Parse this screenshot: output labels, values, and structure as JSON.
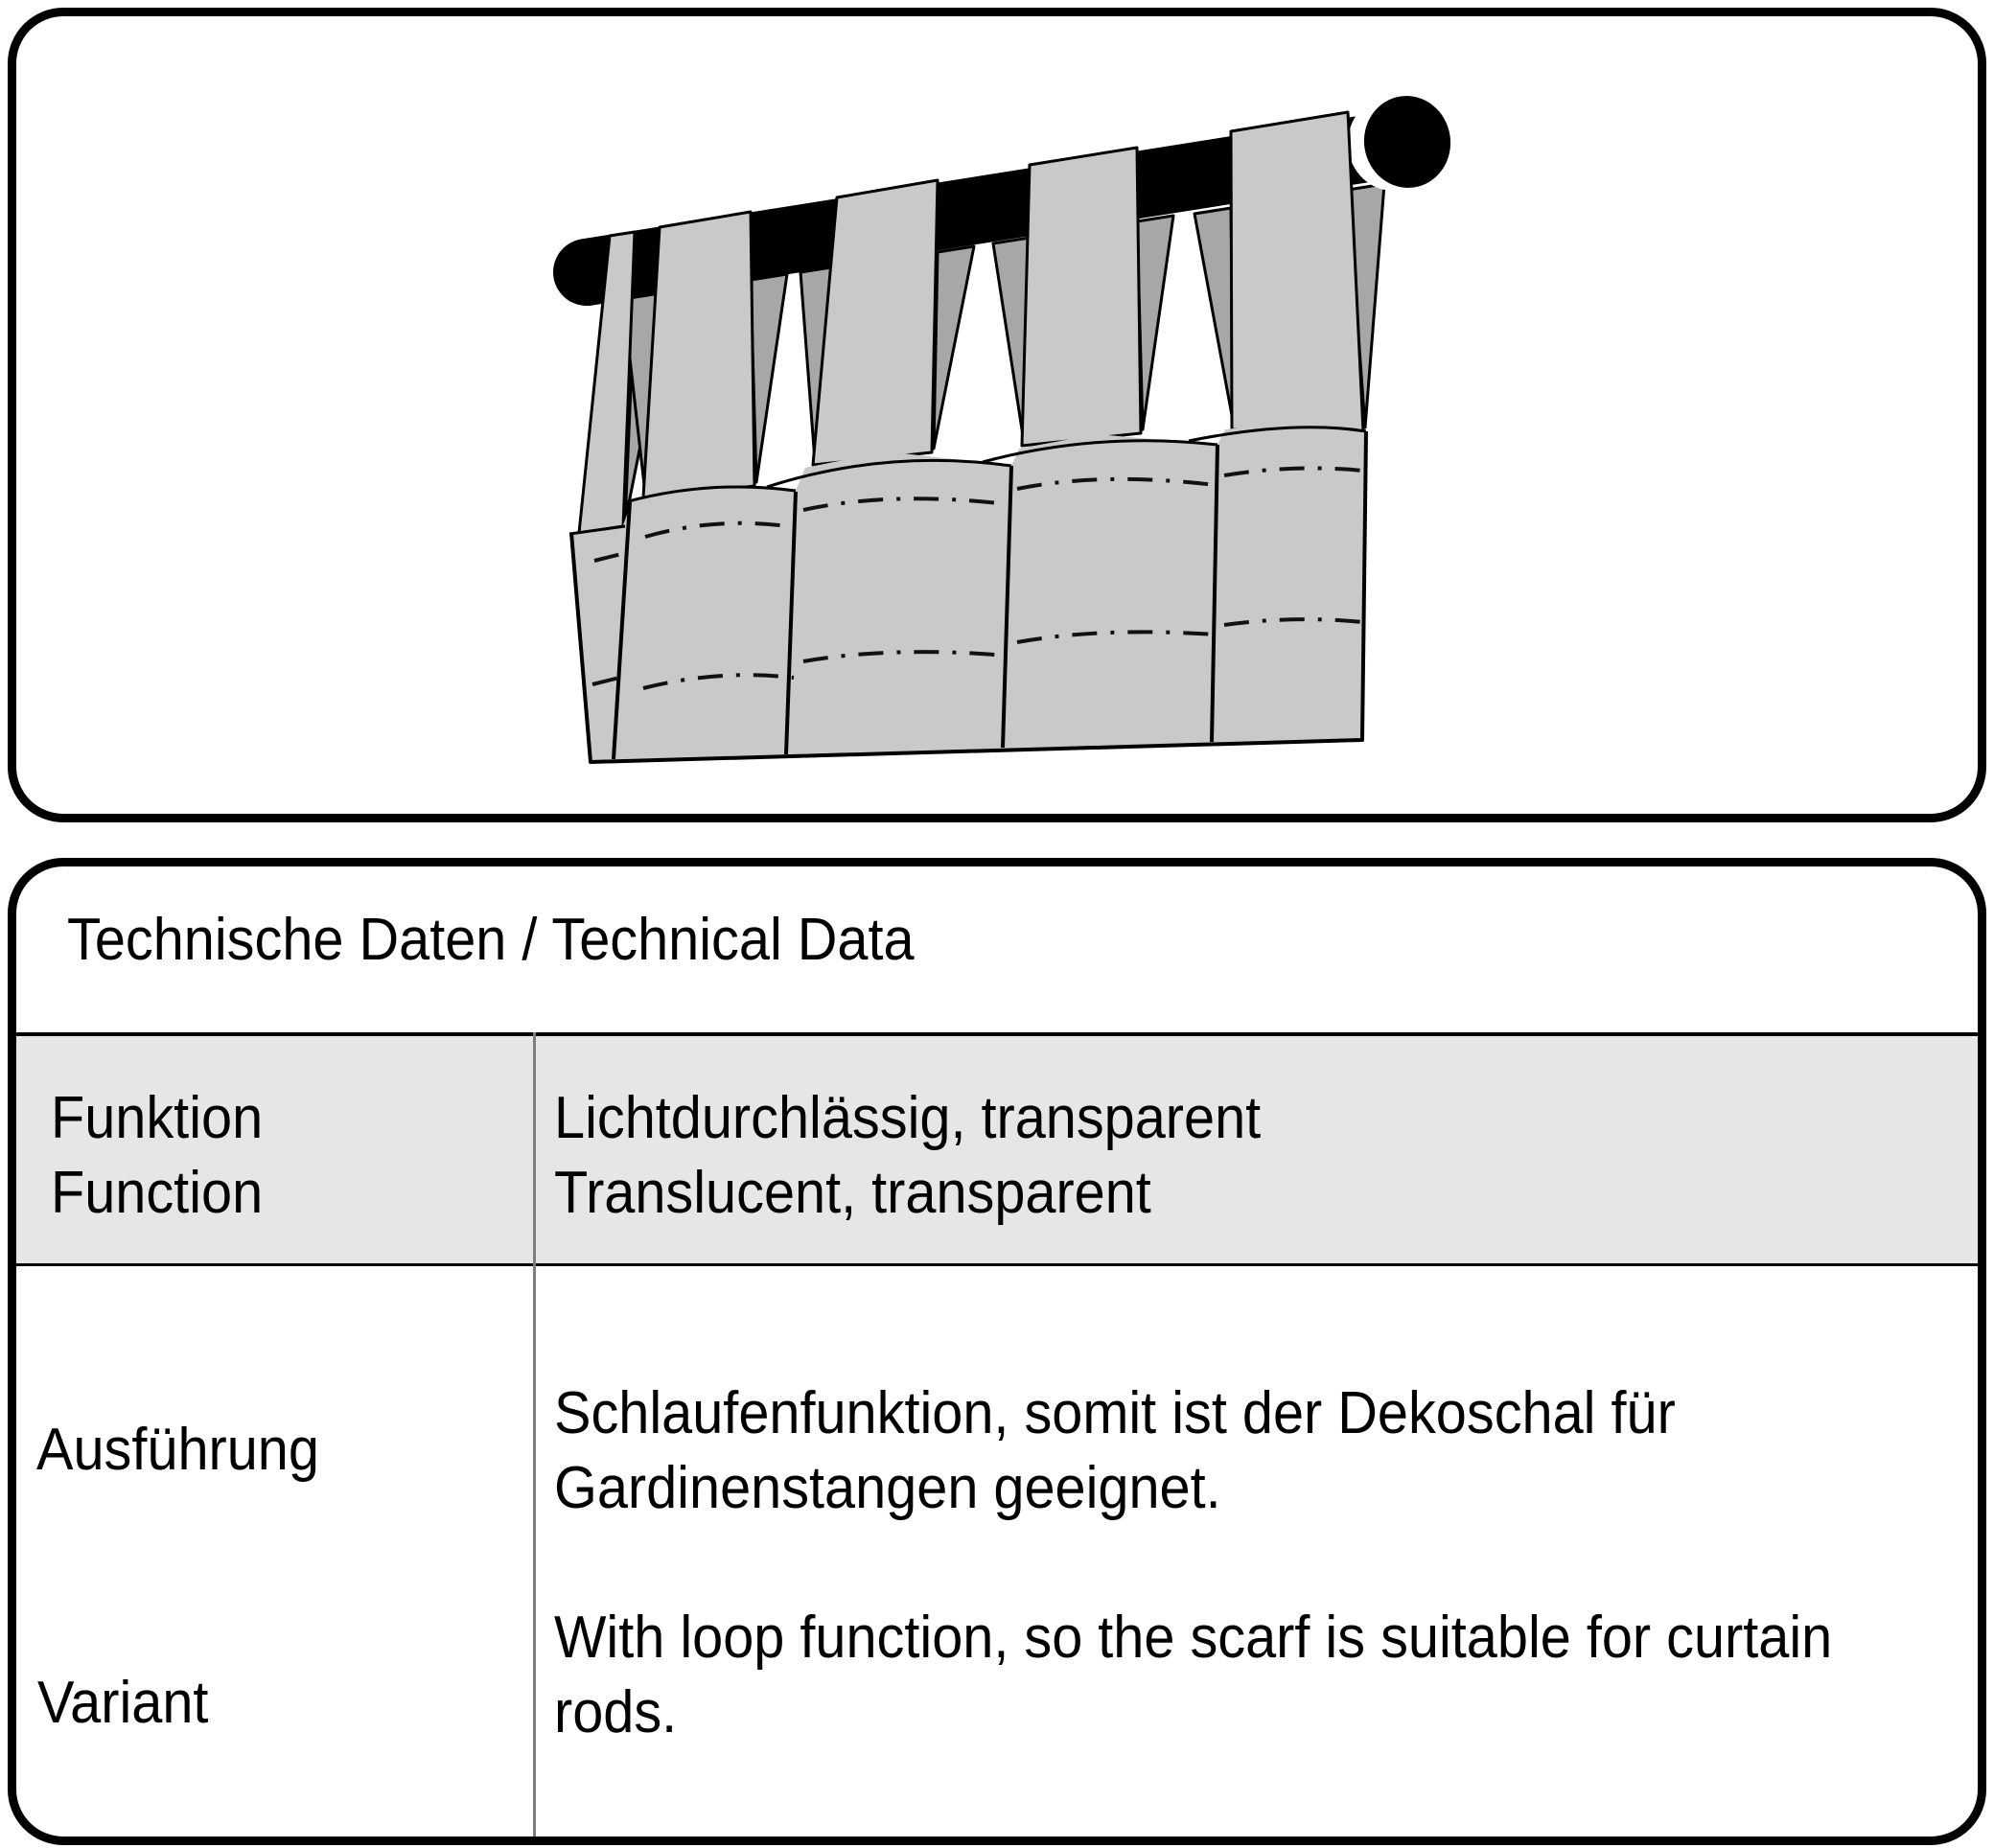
{
  "header": {
    "title": "Technische Daten / Technical Data"
  },
  "table": {
    "rows": [
      {
        "label_lines": [
          "Funktion",
          "Function"
        ],
        "value_lines": [
          "Lichtdurchlässig, transparent",
          "Translucent, transparent"
        ]
      },
      {
        "label_de": "Ausführung",
        "label_en": "Variant",
        "value_de_lines": [
          "Schlaufenfunktion, somit ist der Dekoschal für",
          "Gardinenstangen geeignet."
        ],
        "value_en_lines": [
          "With loop function, so the scarf is suitable for curtain",
          "rods."
        ]
      }
    ]
  },
  "illustration": {
    "name": "tab-top-curtain-on-rod"
  },
  "colors": {
    "background": "#ffffff",
    "text": "#000000",
    "panel_border": "#000000",
    "row_bg": "#e6e6e6",
    "divider": "#7d7d7d",
    "fabric": "#c9c9c9",
    "fabric_shadow": "#a7a7a7",
    "rod": "#000000"
  }
}
